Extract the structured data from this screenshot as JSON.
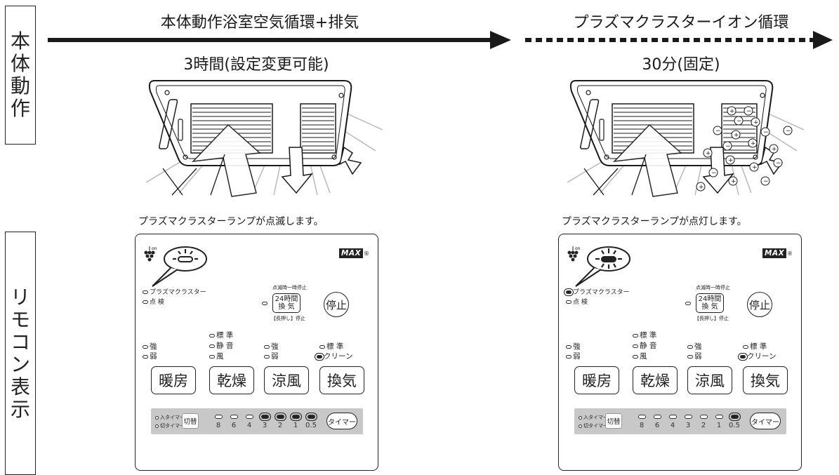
{
  "side_labels": {
    "top": "本体動作",
    "bottom": "リモコン表示"
  },
  "phase1": {
    "title": "本体動作浴室空気循環+排気",
    "duration": "3時間(設定変更可能)",
    "caption": "プラズマクラスターランプが点滅します。"
  },
  "phase2": {
    "title": "プラズマクラスターイオン循環",
    "duration": "30分(固定)",
    "caption": "プラズマクラスターランプが点灯します。"
  },
  "remote": {
    "brand": "MAX",
    "registered": "®",
    "on_mark": "on",
    "plasma_label": "プラズマクラスター",
    "inspect_label": "点 検",
    "h24_top_note": "点滅時一時停止",
    "h24_line1": "24時間",
    "h24_line2": "換 気",
    "h24_bottom_note": "【長押し】停止",
    "stop_label": "停止",
    "heat_strong": "強",
    "heat_weak": "弱",
    "dry_standard": "標 準",
    "dry_quiet": "静 音",
    "dry_wind": "風",
    "cool_strong": "強",
    "cool_weak": "弱",
    "vent_standard": "標 準",
    "vent_clean": "クリーン",
    "btn_heat": "暖房",
    "btn_dry": "乾燥",
    "btn_cool": "涼風",
    "btn_vent": "換気",
    "timer_in": "入タイマー",
    "timer_off": "切タイマー",
    "switch_label": "切替",
    "timer_label": "タイマー",
    "timer_values": [
      "8",
      "6",
      "4",
      "3",
      "2",
      "1",
      "0.5"
    ]
  },
  "remote_state": {
    "left_blinking_timer_values": [
      "3",
      "2",
      "1",
      "0.5"
    ],
    "right_blinking_timer_values": [
      "0.5"
    ]
  },
  "colors": {
    "line": "#1a1a1a",
    "timer_bar": "#c8c8c8",
    "ray": "#b9b9b9"
  }
}
